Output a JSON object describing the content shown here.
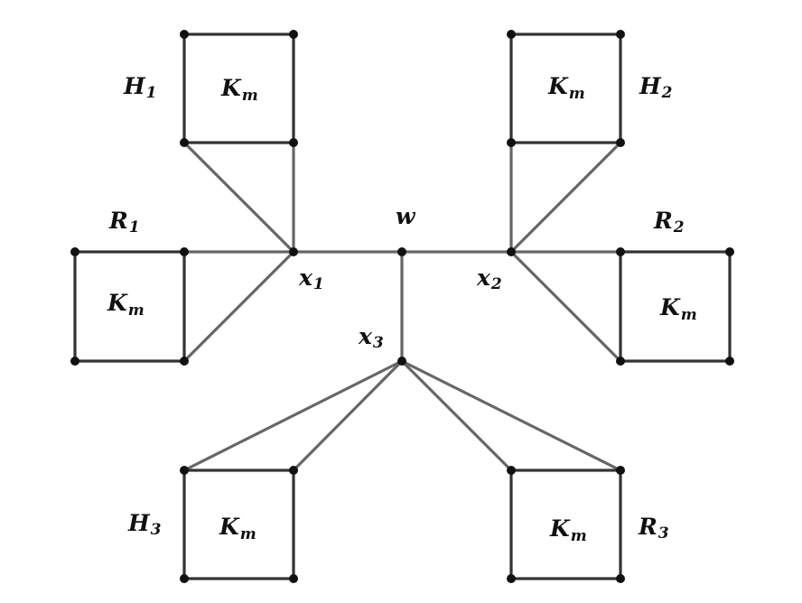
{
  "diagram": {
    "colors": {
      "box_edge": "#333333",
      "link_edge": "#666666",
      "node": "#111111",
      "text": "#111111"
    },
    "clique_label": {
      "base": "K",
      "sub": "m"
    },
    "groups": {
      "H1": {
        "base": "H",
        "sub": "1"
      },
      "H2": {
        "base": "H",
        "sub": "2"
      },
      "H3": {
        "base": "H",
        "sub": "3"
      },
      "R1": {
        "base": "R",
        "sub": "1"
      },
      "R2": {
        "base": "R",
        "sub": "2"
      },
      "R3": {
        "base": "R",
        "sub": "3"
      }
    },
    "vertices": {
      "w": {
        "base": "w",
        "sub": ""
      },
      "x1": {
        "base": "x",
        "sub": "1"
      },
      "x2": {
        "base": "x",
        "sub": "2"
      },
      "x3": {
        "base": "x",
        "sub": "3"
      }
    }
  }
}
